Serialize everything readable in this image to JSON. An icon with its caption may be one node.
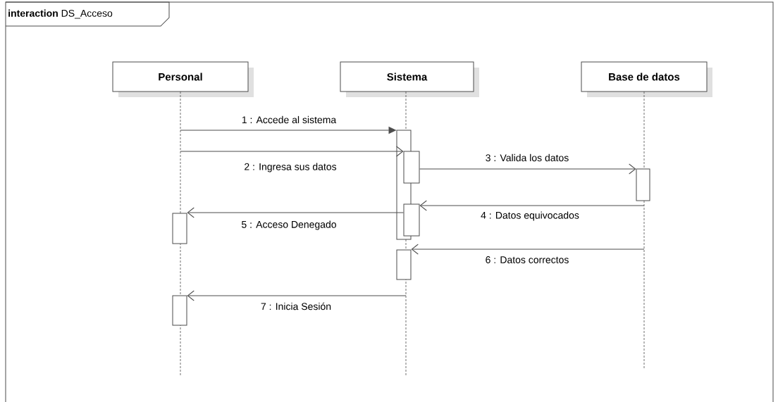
{
  "diagram": {
    "title": "**interaction** DS_Acceso",
    "nodes": [
      {
        "text": [
          "Personal"
        ]
      },
      {
        "text": [
          "Sistema"
        ]
      },
      {
        "text": [
          "Base de datos"
        ]
      },
      {
        "text": [],
        "shape": "line"
      },
      {
        "text": [],
        "shape": "line"
      },
      {
        "text": [],
        "shape": "line"
      },
      {
        "text": [],
        "shape": "bar"
      },
      {
        "text": [],
        "shape": "bar"
      },
      {
        "text": [],
        "shape": "bar"
      },
      {
        "text": [],
        "shape": "bar"
      },
      {
        "text": [],
        "shape": "bar"
      },
      {
        "text": [],
        "shape": "bar"
      },
      {
        "text": [],
        "shape": "bar"
      }
    ],
    "edges": [
      {
        "from": 3,
        "to": 6,
        "arrow": "to",
        "label": "1 : Accede al sistema"
      },
      {
        "from": 3,
        "to": 7,
        "arrow": "to",
        "label": "2 : Ingresa sus datos"
      },
      {
        "from": 7,
        "to": 10,
        "arrow": "to",
        "label": "3 : Valida los datos"
      },
      {
        "from": 5,
        "to": 8,
        "arrow": "to",
        "label": "4 : Datos equivocados"
      },
      {
        "from": 8,
        "to": 11,
        "arrow": "to",
        "label": "5 : Acceso Denegado"
      },
      {
        "from": 5,
        "to": 9,
        "arrow": "to",
        "label": "6 : Datos correctos"
      },
      {
        "from": 4,
        "to": 12,
        "arrow": "to",
        "label": "7 : Inicia Sesión"
      }
    ]
  }
}
